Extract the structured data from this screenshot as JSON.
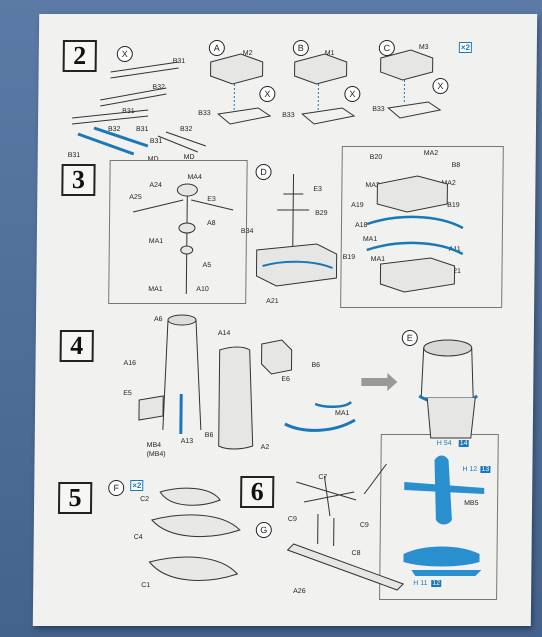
{
  "steps": {
    "s2": "2",
    "s3": "3",
    "s4": "4",
    "s5": "5",
    "s6": "6"
  },
  "circles": {
    "x1": "X",
    "a": "A",
    "b": "B",
    "c": "C",
    "x2": "X",
    "x3": "X",
    "x4": "X",
    "d": "D",
    "e": "E",
    "f": "F",
    "g": "G"
  },
  "multipliers": {
    "c": "2",
    "f": "2"
  },
  "labels": {
    "b31a": "B31",
    "b32a": "B32",
    "b31b": "B31",
    "b32b": "B32",
    "b31c": "B31",
    "b31d": "B31",
    "b32c": "B32",
    "b31e": "B31",
    "md1": "MD",
    "md2": "MD",
    "m2": "M2",
    "m1": "M1",
    "m3": "M3",
    "b33a": "B33",
    "b33b": "B33",
    "b33c": "B33",
    "ma4": "MA4",
    "a24": "A24",
    "a25": "A25",
    "e3a": "E3",
    "a8": "A8",
    "ma1a": "MA1",
    "a5": "A5",
    "ma1b": "MA1",
    "a10": "A10",
    "e3b": "E3",
    "b29": "B29",
    "b34": "B34",
    "a21a": "A21",
    "b20": "B20",
    "ma2a": "MA2",
    "b8": "B8",
    "ma2b": "MA2",
    "ma2c": "MA2",
    "a19": "A19",
    "b19": "B19",
    "a18": "A18",
    "ma1c": "MA1",
    "a11": "A11",
    "b19b": "B19",
    "ma1d": "MA1",
    "a21b": "A21",
    "a6": "A6",
    "a14": "A14",
    "a16": "A16",
    "e6": "E6",
    "b6a": "B6",
    "e5": "E5",
    "ma1e": "MA1",
    "b6b": "B6",
    "a2": "A2",
    "a13": "A13",
    "mb4": "MB4",
    "mb4p": "(MB4)",
    "c2": "C2",
    "c4": "C4",
    "c1": "C1",
    "c7": "C7",
    "c9a": "C9",
    "c9b": "C9",
    "c8": "C8",
    "a26": "A26",
    "h14": "H 54",
    "r14": "14",
    "h13": "H 12",
    "r13": "13",
    "mb5": "MB5",
    "h12": "H 11",
    "r12": "12"
  },
  "colors": {
    "accent": "#1a78b8",
    "ink": "#222222",
    "paper": "#f1f1ef"
  }
}
